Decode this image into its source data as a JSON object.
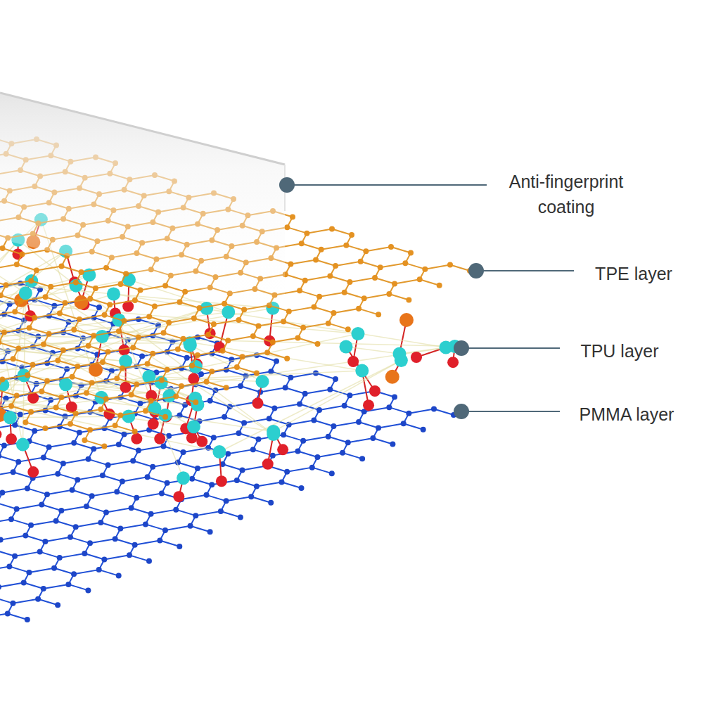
{
  "diagram": {
    "labels": [
      "Anti-fingerprint coating",
      "TPE layer",
      "TPU layer",
      "PMMA layer"
    ]
  }
}
